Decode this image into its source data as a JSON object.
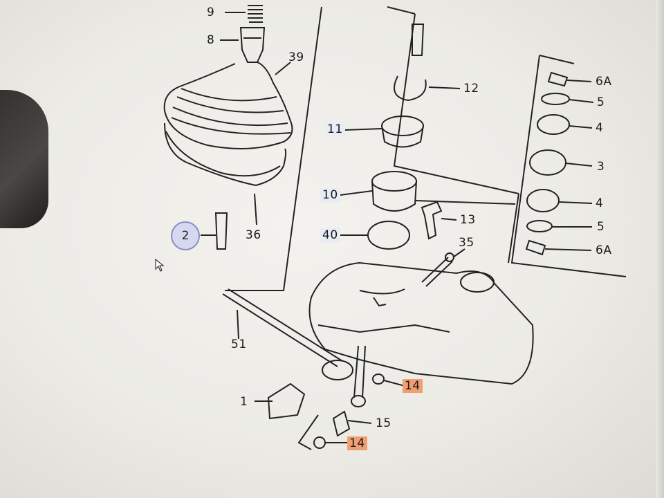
{
  "diagram": {
    "labels": {
      "l9": "9",
      "l8": "8",
      "l39": "39",
      "l36": "36",
      "l2": "2",
      "l51": "51",
      "l1": "1",
      "l12": "12",
      "l11": "11",
      "l10": "10",
      "l40": "40",
      "l13": "13",
      "l35": "35",
      "l14a": "14",
      "l14b": "14",
      "l15": "15",
      "l6a_top": "6A",
      "l5_top": "5",
      "l4_top": "4",
      "l3": "3",
      "l4_bot": "4",
      "l5_bot": "5",
      "l6a_bot": "6A"
    },
    "highlight_color": "#f0a070",
    "circle_color": "#d5d8ee"
  }
}
